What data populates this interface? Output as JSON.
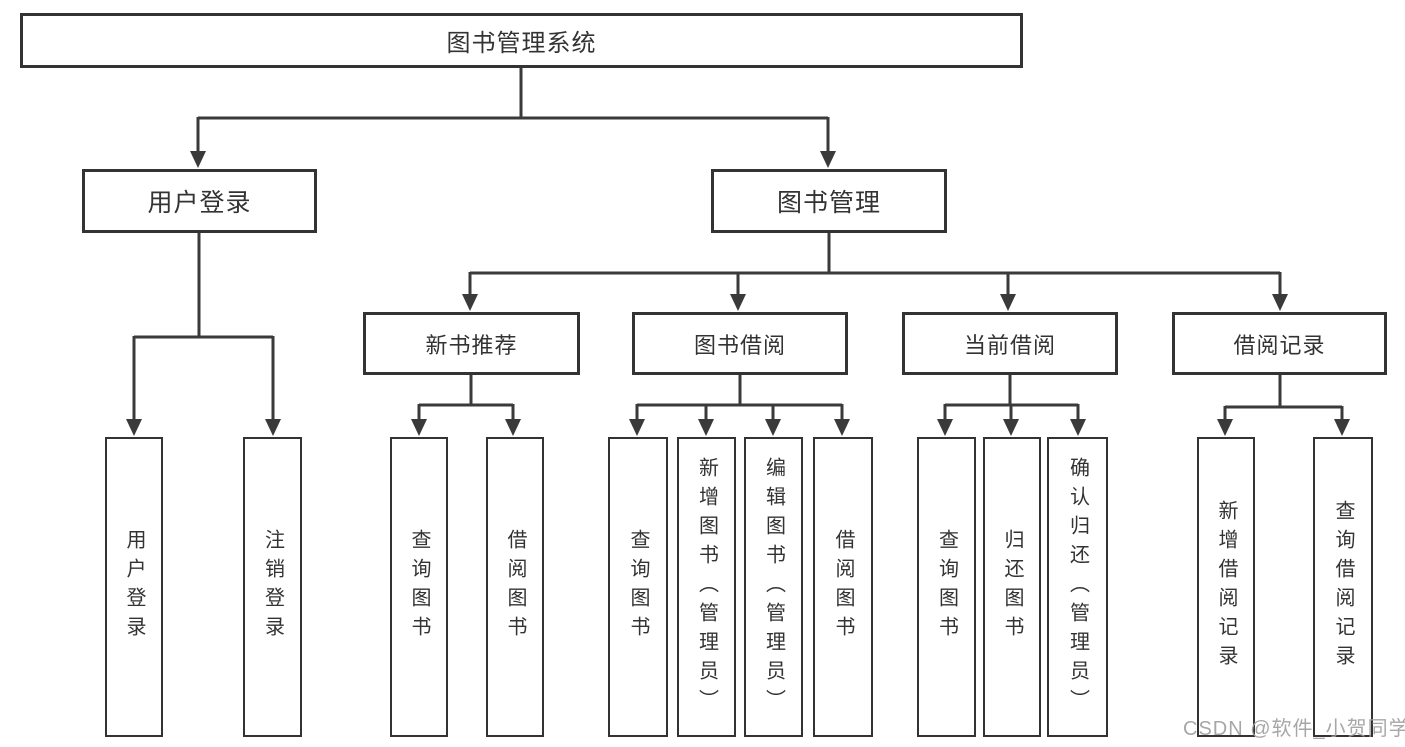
{
  "tree": {
    "root": {
      "label": "图书管理系统"
    },
    "branches": [
      {
        "label": "用户登录",
        "children": [
          {
            "label": "用户登录"
          },
          {
            "label": "注销登录"
          }
        ]
      },
      {
        "label": "图书管理",
        "children": [
          {
            "label": "新书推荐",
            "children": [
              {
                "label": "查询图书"
              },
              {
                "label": "借阅图书"
              }
            ]
          },
          {
            "label": "图书借阅",
            "children": [
              {
                "label": "查询图书"
              },
              {
                "label": "新增图书（管理员）"
              },
              {
                "label": "编辑图书（管理员）"
              },
              {
                "label": "借阅图书"
              }
            ]
          },
          {
            "label": "当前借阅",
            "children": [
              {
                "label": "查询图书"
              },
              {
                "label": "归还图书"
              },
              {
                "label": "确认归还（管理员）"
              }
            ]
          },
          {
            "label": "借阅记录",
            "children": [
              {
                "label": "新增借阅记录"
              },
              {
                "label": "查询借阅记录"
              }
            ]
          }
        ]
      }
    ]
  },
  "watermark": {
    "text": "CSDN @软件_小贺同学"
  },
  "colors": {
    "line": "#3a3a3a",
    "box_border": "#333333",
    "box_fill": "#ffffff",
    "text": "#333333",
    "watermark": "#9e9ea0",
    "background": "#ffffff"
  }
}
